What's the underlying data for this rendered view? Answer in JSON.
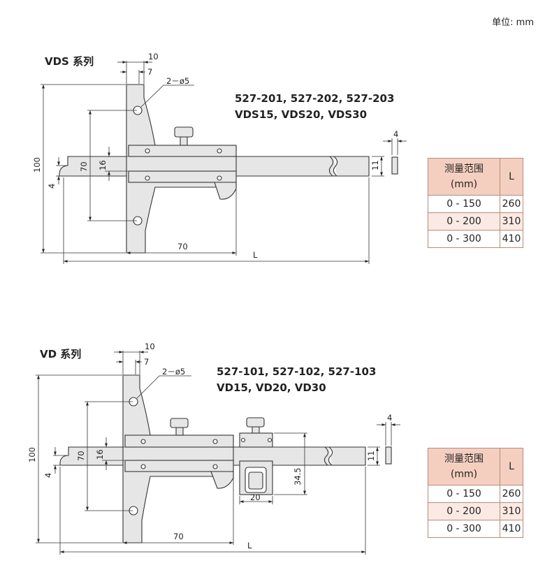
{
  "unit_label": "单位: mm",
  "sections": [
    {
      "title": "VDS 系列",
      "models_line1": "527-201, 527-202, 527-203",
      "models_line2": "VDS15, VDS20, VDS30",
      "dims": {
        "d10": "10",
        "d7": "7",
        "hole": "2－ø5",
        "d4t": "4",
        "d100": "100",
        "d4": "4",
        "d70v": "70",
        "d16": "16",
        "d11": "11",
        "d70h": "70",
        "L": "L"
      },
      "table": {
        "header_range": "测量范围\n(mm)",
        "header_L": "L",
        "rows": [
          {
            "range": "0 - 150",
            "L": "260"
          },
          {
            "range": "0 - 200",
            "L": "310"
          },
          {
            "range": "0 - 300",
            "L": "410"
          }
        ]
      }
    },
    {
      "title": "VD 系列",
      "models_line1": "527-101, 527-102, 527-103",
      "models_line2": "VD15, VD20, VD30",
      "dims": {
        "d10": "10",
        "d7": "7",
        "hole": "2－ø5",
        "d4t": "4",
        "d100": "100",
        "d4": "4",
        "d70v": "70",
        "d16": "16",
        "d11": "11",
        "d70h": "70",
        "L": "L",
        "d345": "34.5",
        "d20": "20"
      },
      "table": {
        "header_range": "测量范围\n(mm)",
        "header_L": "L",
        "rows": [
          {
            "range": "0 - 150",
            "L": "260"
          },
          {
            "range": "0 - 200",
            "L": "310"
          },
          {
            "range": "0 - 300",
            "L": "410"
          }
        ]
      }
    }
  ]
}
